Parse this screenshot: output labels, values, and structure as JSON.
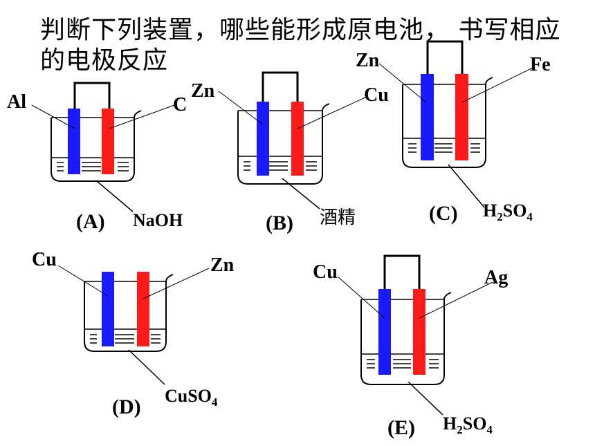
{
  "title": "判断下列装置，哪些能形成原电池， 书写相应的电极反应",
  "setups": [
    {
      "caption": "(A)",
      "left_electrode": "Al",
      "right_electrode": "C",
      "electrolyte": "NaOH",
      "wire": true
    },
    {
      "caption": "(B)",
      "left_electrode": "Zn",
      "right_electrode": "Cu",
      "electrolyte": "酒精",
      "wire": true
    },
    {
      "caption": "(C)",
      "left_electrode": "Zn",
      "right_electrode": "Fe",
      "electrolyte_main": "H",
      "electrolyte_sub1": "2",
      "electrolyte_mid": "SO",
      "electrolyte_sub2": "4",
      "wire": true
    },
    {
      "caption": "(D)",
      "left_electrode": "Cu",
      "right_electrode": "Zn",
      "electrolyte_main": "CuSO",
      "electrolyte_sub2": "4",
      "wire": false
    },
    {
      "caption": "(E)",
      "left_electrode": "Cu",
      "right_electrode": "Ag",
      "electrolyte_main": "H",
      "electrolyte_sub1": "2",
      "electrolyte_mid": "SO",
      "electrolyte_sub2": "4",
      "wire": true
    }
  ],
  "colors": {
    "left_electrode": "#1a1aff",
    "right_electrode": "#ff1a1a",
    "lines": "#000000"
  }
}
